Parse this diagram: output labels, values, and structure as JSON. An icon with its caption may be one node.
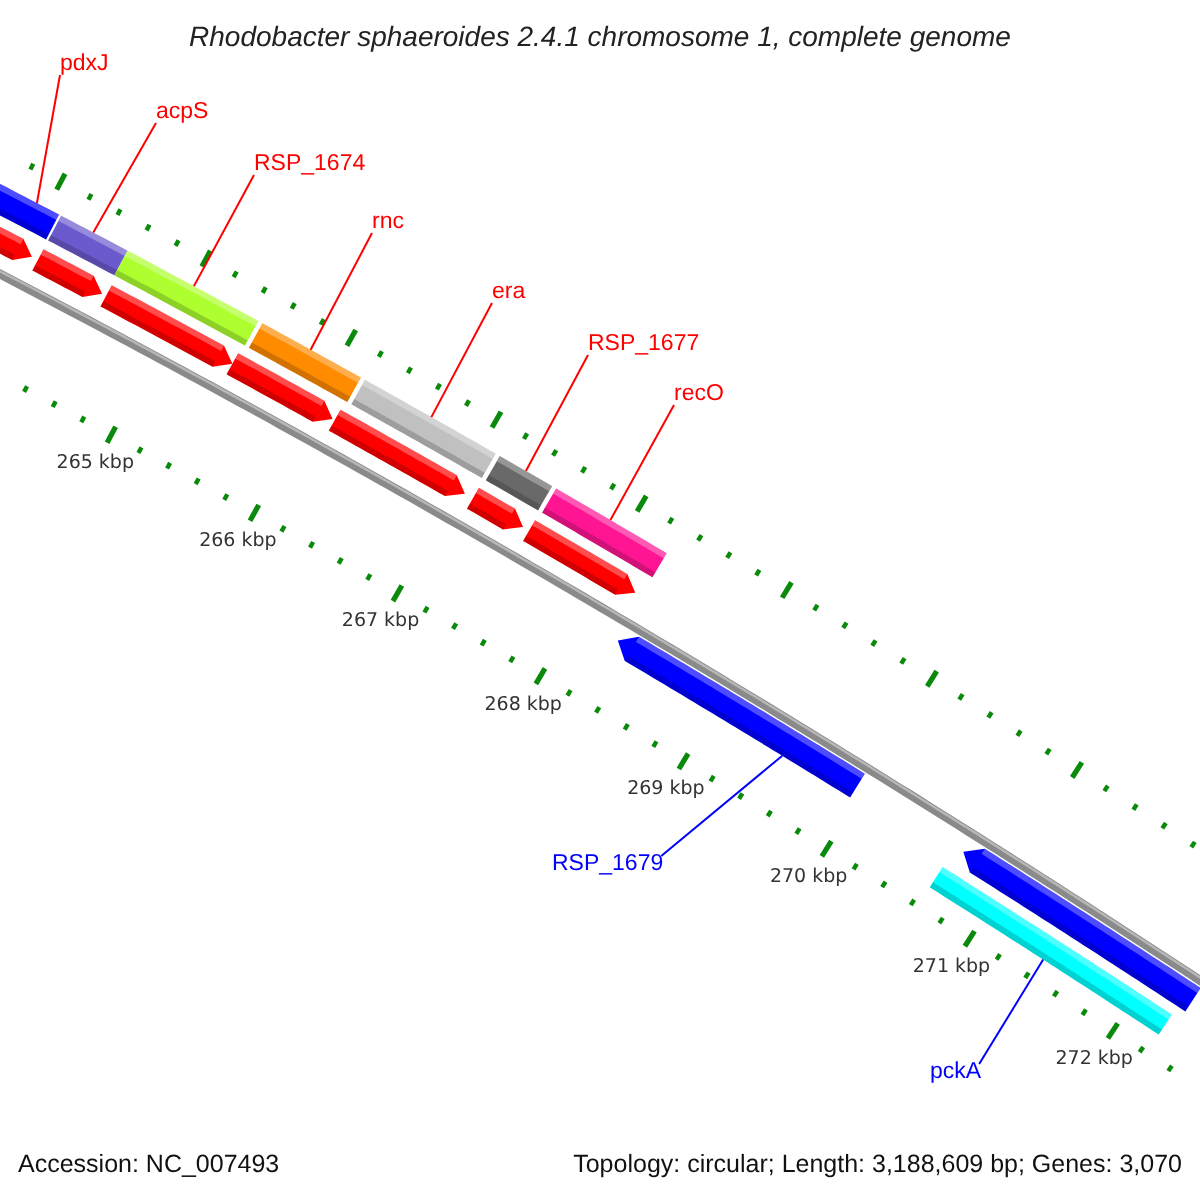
{
  "diagram": {
    "title": "Rhodobacter sphaeroides 2.4.1 chromosome 1, complete genome",
    "nodes": [
      {
        "text": [
          "pdxJ"
        ]
      },
      {
        "text": [
          "acpS"
        ]
      },
      {
        "text": [
          "RSP_1674"
        ]
      },
      {
        "text": [
          "rnc"
        ]
      },
      {
        "text": [
          "era"
        ]
      },
      {
        "text": [
          "RSP_1677"
        ]
      },
      {
        "text": [
          "recO"
        ]
      },
      {
        "text": [
          "RSP_1679"
        ]
      },
      {
        "text": [
          "pckA"
        ]
      },
      {
        "text": [],
        "shape": "bar"
      },
      {
        "text": [],
        "shape": "bar"
      },
      {
        "text": [],
        "shape": "bar"
      },
      {
        "text": [],
        "shape": "bar"
      },
      {
        "text": [],
        "shape": "bar"
      },
      {
        "text": [],
        "shape": "bar"
      },
      {
        "text": [],
        "shape": "bar"
      },
      {
        "text": [],
        "shape": "bar"
      },
      {
        "text": [],
        "shape": "bar"
      },
      {
        "text": [],
        "shape": "bar"
      },
      {
        "text": [],
        "shape": "bar"
      },
      {
        "text": [],
        "shape": "bar"
      },
      {
        "text": [],
        "shape": "bar"
      },
      {
        "text": [],
        "shape": "bar"
      },
      {
        "text": [],
        "shape": "bar"
      },
      {
        "text": [],
        "shape": "bar"
      },
      {
        "text": [],
        "shape": "bar"
      }
    ],
    "edges": [
      {
        "from": 0,
        "to": 9,
        "arrow": "none"
      },
      {
        "from": 1,
        "to": 10,
        "arrow": "none"
      },
      {
        "from": 2,
        "to": 11,
        "arrow": "none"
      },
      {
        "from": 3,
        "to": 12,
        "arrow": "none"
      },
      {
        "from": 4,
        "to": 13,
        "arrow": "none"
      },
      {
        "from": 5,
        "to": 14,
        "arrow": "none"
      },
      {
        "from": 6,
        "to": 15,
        "arrow": "none"
      },
      {
        "from": 7,
        "to": 16,
        "arrow": "none",
        "color": "#0000ff"
      },
      {
        "from": 8,
        "to": 17,
        "arrow": "none",
        "color": "#0000ff"
      }
    ],
    "labels": [
      "265 kbp",
      "266 kbp",
      "267 kbp",
      "268 kbp",
      "269 kbp",
      "270 kbp",
      "271 kbp",
      "272 kbp",
      "Accession: NC_007493",
      "Topology: circular; Length: 3,188,609 bp; Genes: 3,070"
    ]
  }
}
